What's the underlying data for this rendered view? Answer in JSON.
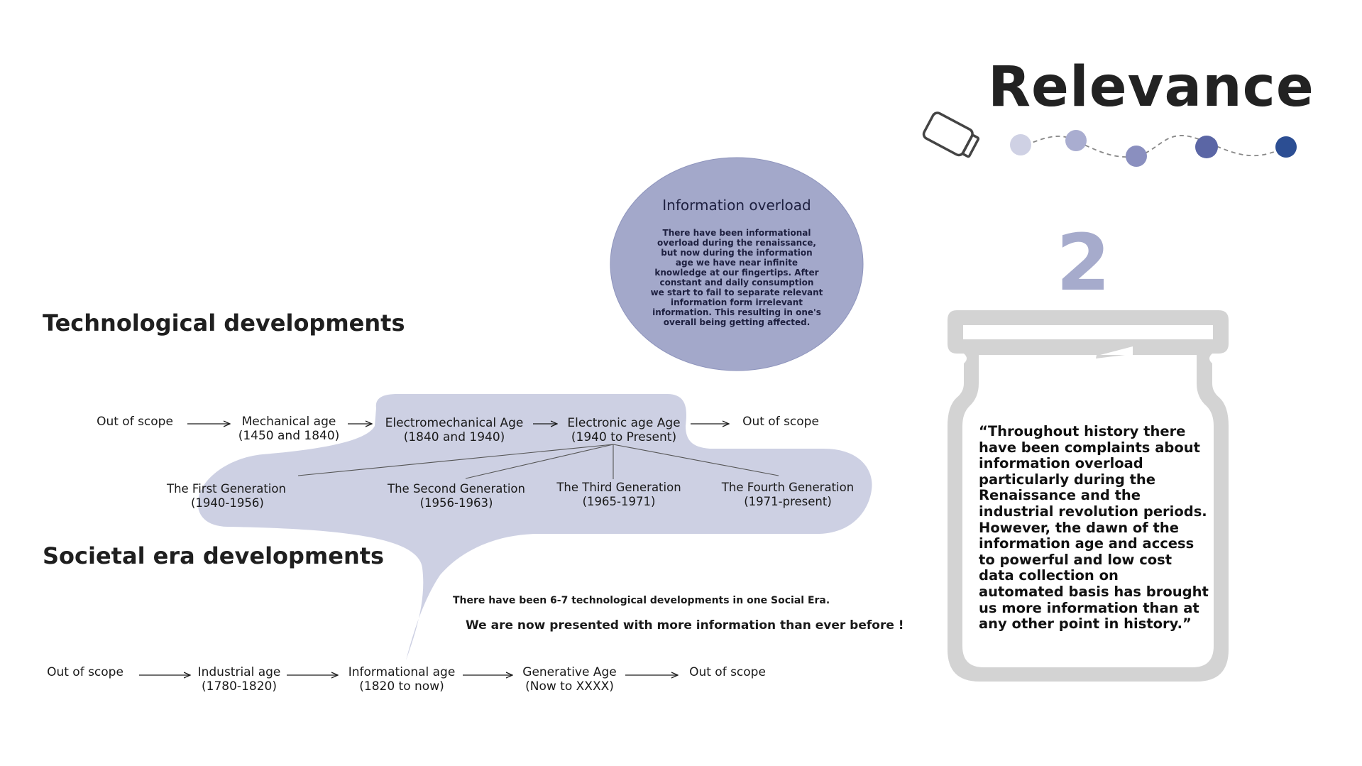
{
  "title": "Relevance",
  "jar_number": "2",
  "colors": {
    "bubble": "#cdd0e3",
    "circle": "#a3a8ca",
    "jar_outline": "#d3d3d3",
    "dot_colors": [
      "#cfd1e4",
      "#a9add0",
      "#8a8fbf",
      "#5b66a5",
      "#2c4e93"
    ]
  },
  "info_circle": {
    "title": "Information overload",
    "body_lines": [
      "There have been informational",
      "overload during the renaissance,",
      "but now during the information",
      "age we have near infinite",
      "knowledge at our fingertips. After",
      "constant and daily consumption",
      "we start to fail to separate relevant",
      "information form irrelevant",
      "information. This resulting in one's",
      "overall being getting affected."
    ]
  },
  "tech": {
    "heading": "Technological developments",
    "nodes": [
      {
        "line1": "Out of scope",
        "line2": ""
      },
      {
        "line1": "Mechanical age",
        "line2": "(1450 and 1840)"
      },
      {
        "line1": "Electromechanical Age",
        "line2": "(1840 and 1940)"
      },
      {
        "line1": "Electronic age Age",
        "line2": "(1940 to Present)"
      },
      {
        "line1": "Out of scope",
        "line2": ""
      }
    ],
    "generations": [
      {
        "line1": "The First Generation",
        "line2": "(1940-1956)"
      },
      {
        "line1": "The Second Generation",
        "line2": "(1956-1963)"
      },
      {
        "line1": "The Third Generation",
        "line2": "(1965-1971)"
      },
      {
        "line1": "The Fourth Generation",
        "line2": "(1971-present)"
      }
    ]
  },
  "societal": {
    "heading": "Societal era developments",
    "nodes": [
      {
        "line1": "Out of scope",
        "line2": ""
      },
      {
        "line1": "Industrial age",
        "line2": "(1780-1820)"
      },
      {
        "line1": "Informational age",
        "line2": "(1820 to now)"
      },
      {
        "line1": "Generative Age",
        "line2": "(Now to XXXX)"
      },
      {
        "line1": "Out of scope",
        "line2": ""
      }
    ]
  },
  "notes": {
    "dev_count": "There have been 6-7 technological  developments in one Social Era.",
    "more_info": "We are now presented with more information than ever before !"
  },
  "quote_lines": [
    "“Throughout history there",
    "have been complaints about",
    "information overload",
    "particularly during the",
    "Renaissance and the",
    "industrial revolution periods.",
    "However, the dawn of the",
    "information age and access",
    "to powerful and low cost",
    "data collection on",
    "automated basis has brought",
    "us more information than at",
    "any other point in history.”"
  ]
}
